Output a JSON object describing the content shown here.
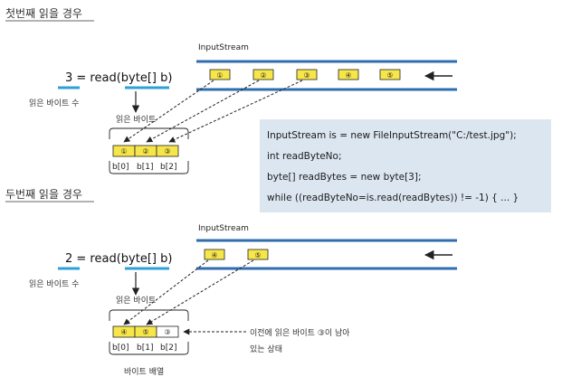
{
  "section1": {
    "title": "첫번째 읽을 경우",
    "stream_label": "InputStream",
    "call_text": "3 = read(byte[] b)",
    "count_label": "읽은 바이트 수",
    "read_label": "읽은  바이트",
    "stream_bytes": [
      "①",
      "②",
      "③",
      "④",
      "⑤"
    ],
    "array_cells": [
      "①",
      "②",
      "③"
    ],
    "indices": [
      "b[0]",
      "b[1]",
      "b[2]"
    ]
  },
  "code_box": {
    "lines": [
      "InputStream is = new FileInputStream(\"C:/test.jpg\");",
      "int readByteNo;",
      "byte[] readBytes = new byte[3];",
      "while ((readByteNo=is.read(readBytes)) != -1) { ... }"
    ]
  },
  "section2": {
    "title": "두번째 읽을 경우",
    "stream_label": "InputStream",
    "call_text": "2 = read(byte[] b)",
    "count_label": "읽은 바이트 수",
    "read_label": "읽은  바이트",
    "stream_bytes": [
      "④",
      "⑤"
    ],
    "array_cells": [
      "④",
      "⑤",
      "③"
    ],
    "indices": [
      "b[0]",
      "b[1]",
      "b[2]"
    ],
    "note_line1": "이전에 읽은 바이트 ③이 남아",
    "note_line2": "있는 상태",
    "array_label": "바이트 배열"
  },
  "colors": {
    "stream_line": "#2f6db0",
    "byte_fill": "#f7e64a",
    "byte_stroke": "#222222",
    "underline": "#2ea0d8",
    "code_bg": "#dce6f1",
    "leftover_fill": "#ffffff"
  }
}
